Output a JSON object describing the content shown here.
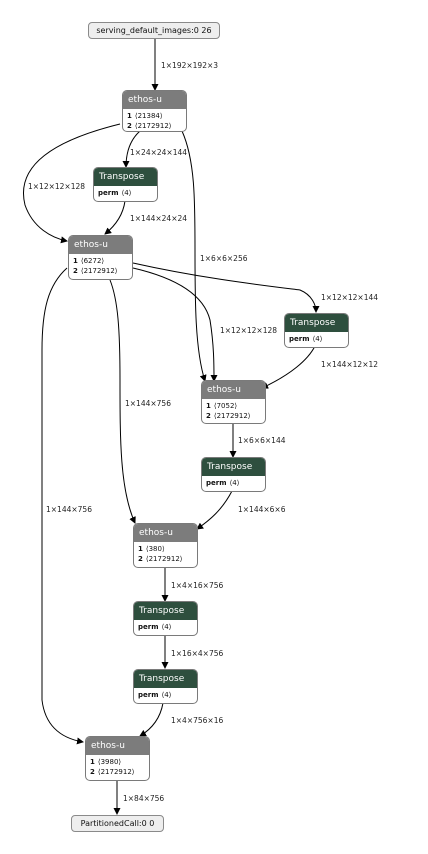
{
  "input": {
    "label": "serving_default_images:0 26"
  },
  "output": {
    "label": "PartitionedCall:0 0"
  },
  "nodes": {
    "ethos1": {
      "title": "ethos-u",
      "attrs": [
        {
          "k": "1",
          "v": "⟨21384⟩"
        },
        {
          "k": "2",
          "v": "⟨2172912⟩"
        }
      ]
    },
    "trans1": {
      "title": "Transpose",
      "attrs": [
        {
          "k": "perm",
          "v": "⟨4⟩"
        }
      ]
    },
    "ethos2": {
      "title": "ethos-u",
      "attrs": [
        {
          "k": "1",
          "v": "⟨6272⟩"
        },
        {
          "k": "2",
          "v": "⟨2172912⟩"
        }
      ]
    },
    "trans2": {
      "title": "Transpose",
      "attrs": [
        {
          "k": "perm",
          "v": "⟨4⟩"
        }
      ]
    },
    "ethos3": {
      "title": "ethos-u",
      "attrs": [
        {
          "k": "1",
          "v": "⟨7052⟩"
        },
        {
          "k": "2",
          "v": "⟨2172912⟩"
        }
      ]
    },
    "trans3": {
      "title": "Transpose",
      "attrs": [
        {
          "k": "perm",
          "v": "⟨4⟩"
        }
      ]
    },
    "ethos4": {
      "title": "ethos-u",
      "attrs": [
        {
          "k": "1",
          "v": "⟨380⟩"
        },
        {
          "k": "2",
          "v": "⟨2172912⟩"
        }
      ]
    },
    "trans4": {
      "title": "Transpose",
      "attrs": [
        {
          "k": "perm",
          "v": "⟨4⟩"
        }
      ]
    },
    "trans5": {
      "title": "Transpose",
      "attrs": [
        {
          "k": "perm",
          "v": "⟨4⟩"
        }
      ]
    },
    "ethos5": {
      "title": "ethos-u",
      "attrs": [
        {
          "k": "1",
          "v": "⟨3980⟩"
        },
        {
          "k": "2",
          "v": "⟨2172912⟩"
        }
      ]
    }
  },
  "edges": {
    "e_in_eth1": "1×192×192×3",
    "e_eth1_tr1": "1×24×24×144",
    "e_eth1_eth2": "1×12×12×128",
    "e_tr1_eth2": "1×144×24×24",
    "e_eth1_eth3": "1×6×6×256",
    "e_eth2_tr2": "1×12×12×144",
    "e_eth2_eth3": "1×12×12×128",
    "e_tr2_eth3": "1×144×12×12",
    "e_eth2_eth4": "1×144×756",
    "e_eth3_tr3": "1×6×6×144",
    "e_tr3_eth4": "1×144×6×6",
    "e_eth2_eth5": "1×144×756",
    "e_eth4_tr4": "1×4×16×756",
    "e_tr4_tr5": "1×16×4×756",
    "e_tr5_eth5": "1×4×756×16",
    "e_eth5_out": "1×84×756"
  }
}
